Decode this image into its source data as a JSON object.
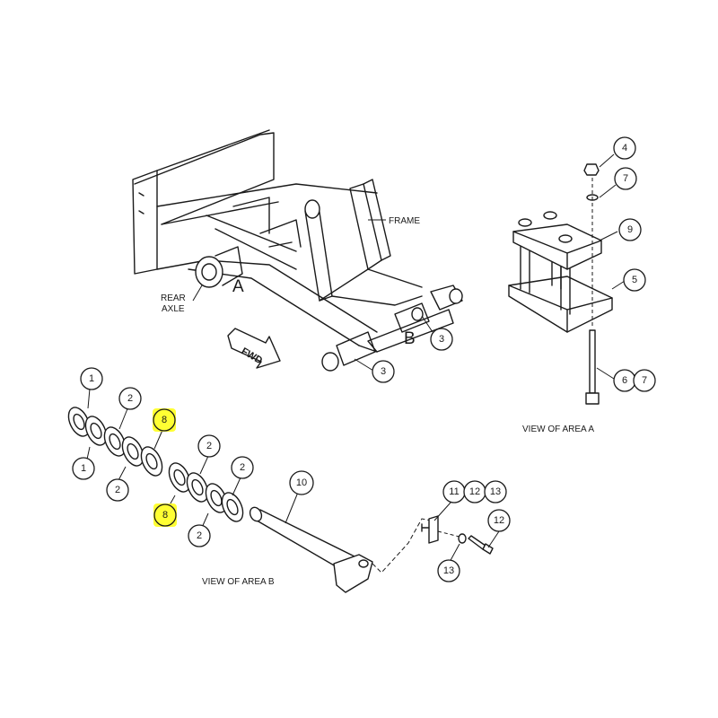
{
  "labels": {
    "frame": "FRAME",
    "rear": "REAR",
    "axle": "AXLE",
    "area_a": "A",
    "area_b": "B",
    "fwd": "FWD",
    "view_a": "VIEW OF AREA A",
    "view_b": "VIEW OF AREA B"
  },
  "callouts": [
    {
      "id": "c3-upper",
      "text": "3"
    },
    {
      "id": "c3-lower",
      "text": "3"
    },
    {
      "id": "c4",
      "text": "4"
    },
    {
      "id": "c7-top",
      "text": "7"
    },
    {
      "id": "c9",
      "text": "9"
    },
    {
      "id": "c5",
      "text": "5"
    },
    {
      "id": "c6",
      "text": "6"
    },
    {
      "id": "c7-bottom",
      "text": "7"
    },
    {
      "id": "c1-top",
      "text": "1"
    },
    {
      "id": "c1-bottom",
      "text": "1"
    },
    {
      "id": "c2-a",
      "text": "2"
    },
    {
      "id": "c2-b",
      "text": "2"
    },
    {
      "id": "c8-top",
      "text": "8"
    },
    {
      "id": "c2-c",
      "text": "2"
    },
    {
      "id": "c2-d",
      "text": "2"
    },
    {
      "id": "c8-bottom",
      "text": "8"
    },
    {
      "id": "c2-e",
      "text": "2"
    },
    {
      "id": "c10",
      "text": "10"
    },
    {
      "id": "c11",
      "text": "11"
    },
    {
      "id": "c12-top",
      "text": "12"
    },
    {
      "id": "c13-top",
      "text": "13"
    },
    {
      "id": "c12-right",
      "text": "12"
    },
    {
      "id": "c13-bottom",
      "text": "13"
    }
  ],
  "colors": {
    "highlight": "#ffff33",
    "ink": "#1a1a1a"
  }
}
